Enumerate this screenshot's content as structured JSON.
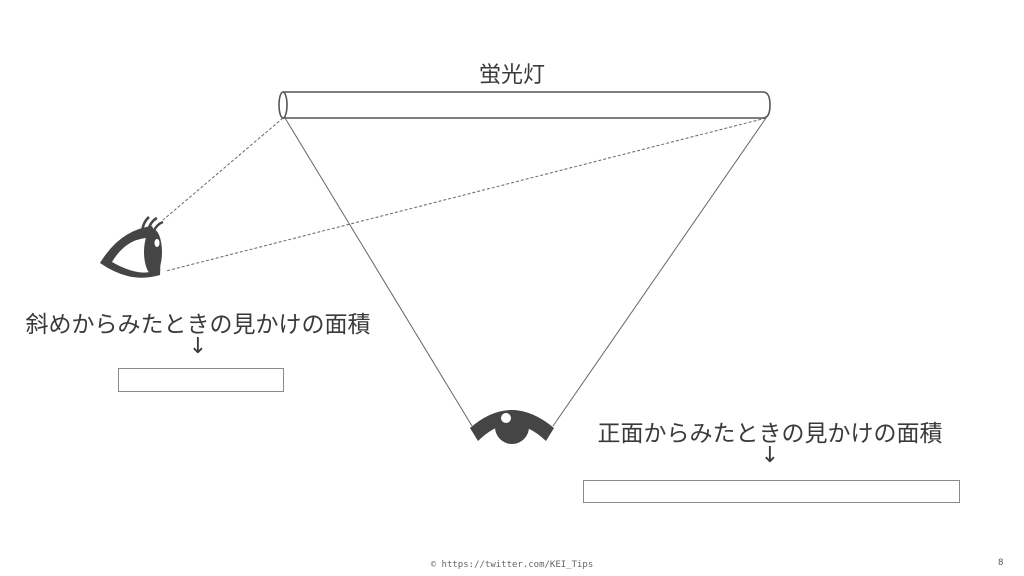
{
  "diagram": {
    "title": "蛍光灯",
    "oblique_view": {
      "label": "斜めからみたときの見かけの面積",
      "arrow": "↓",
      "answer": ""
    },
    "front_view": {
      "label": "正面からみたときの見かけの面積",
      "arrow": "↓",
      "answer": ""
    },
    "icons": {
      "side_eye": "eye-side-view-icon",
      "front_eye": "eye-front-view-icon"
    },
    "colors": {
      "stroke": "#555555",
      "eye_fill": "#454545",
      "text": "#3a3a3a",
      "box_border": "#8a8a8a"
    }
  },
  "footer": {
    "copyright": "© https://twitter.com/KEI_Tips",
    "page_number": "8"
  }
}
